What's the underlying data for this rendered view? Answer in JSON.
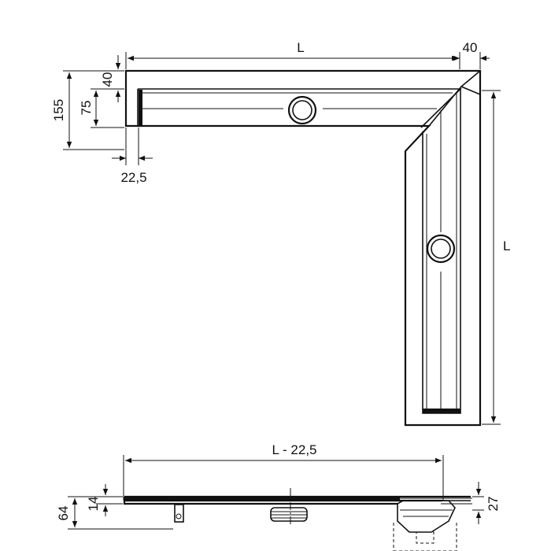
{
  "dimensions": {
    "top_length": "L",
    "top_right_width": "40",
    "left_total": "155",
    "left_inner_40": "40",
    "left_inner_75": "75",
    "bottom_left_offset": "22,5",
    "right_length": "L",
    "section_length": "L - 22,5",
    "section_height_total": "64",
    "section_height_top": "14",
    "section_height_right": "27"
  }
}
